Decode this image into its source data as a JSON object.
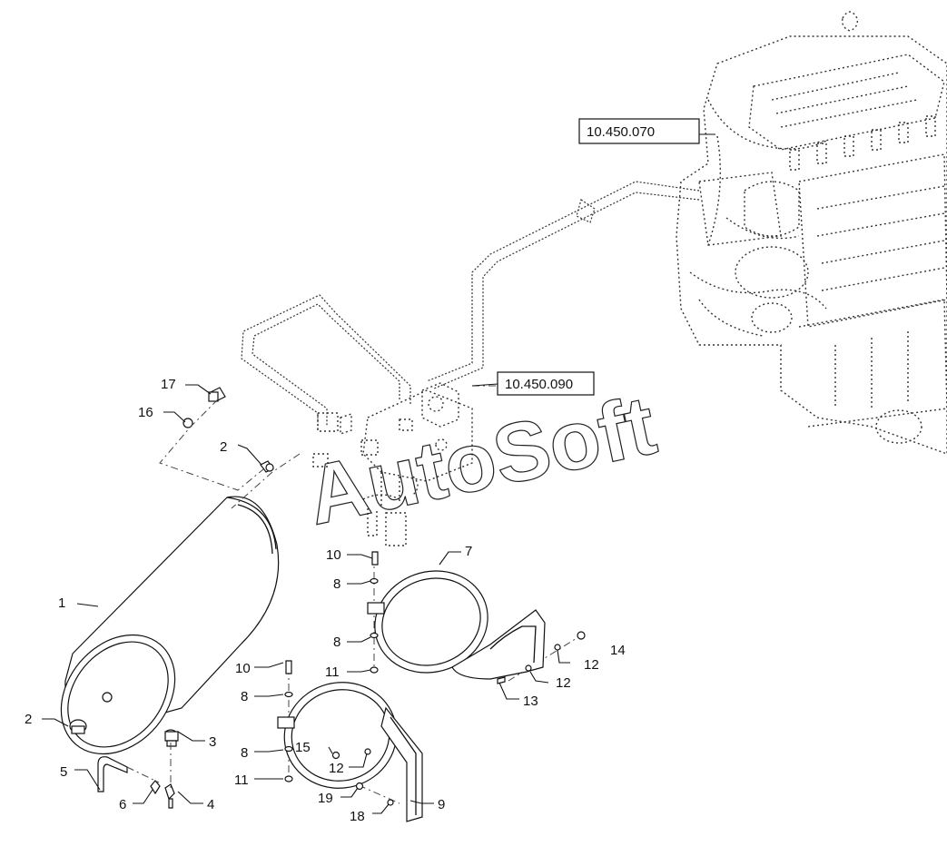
{
  "reference_labels": [
    {
      "id": "ref-10450070",
      "text": "10.450.070"
    },
    {
      "id": "ref-10450090",
      "text": "10.450.090"
    }
  ],
  "callouts": [
    "1",
    "2",
    "2",
    "3",
    "4",
    "5",
    "6",
    "7",
    "8",
    "8",
    "8",
    "8",
    "9",
    "10",
    "10",
    "11",
    "11",
    "12",
    "12",
    "12",
    "13",
    "14",
    "15",
    "16",
    "17",
    "18",
    "19"
  ],
  "watermark": "AutoSoft"
}
